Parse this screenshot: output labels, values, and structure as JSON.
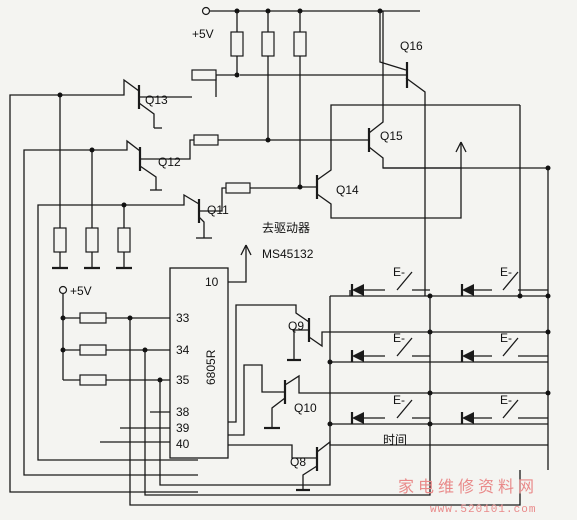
{
  "labels": {
    "vcc_top": "+5V",
    "vcc_left": "+5V",
    "q16": "Q16",
    "q15": "Q15",
    "q14": "Q14",
    "q13": "Q13",
    "q12": "Q12",
    "q11": "Q11",
    "q9": "Q9",
    "q10": "Q10",
    "q8": "Q8",
    "driver": "去驱动器",
    "driver_ic": "MS45132",
    "chip": "6805R",
    "pin10": "10",
    "pin33": "33",
    "pin34": "34",
    "pin35": "35",
    "pin38": "38",
    "pin39": "39",
    "pin40": "40",
    "time_key": "时间"
  },
  "watermark": {
    "line1": "家电维修资料网",
    "line2": "www.520101.com",
    "color": "#e98a8a"
  }
}
